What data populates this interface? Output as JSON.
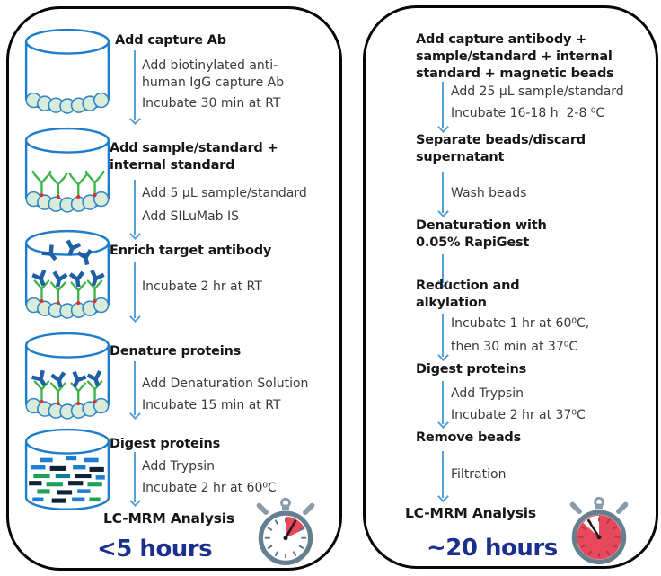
{
  "colors": {
    "panel_border": "#070707",
    "title_text": "#161616",
    "note_text": "#3a3a3a",
    "arrow_blue": "#55a0d8",
    "duration_navy": "#1b2f8f",
    "well_outline_blue": "#1f7ecb",
    "bead_fill": "#d9ecd9",
    "capture_antibody_green": "#3cb44a",
    "target_antibody_blue": "#1f5fa8",
    "biotin_red": "#e03131",
    "stopwatch_rim_gray": "#64808f",
    "stopwatch_red": "#e8485c"
  },
  "icons": {
    "left_steps": [
      "well-beads-icon",
      "well-green-antibody-icon",
      "well-enriched-antibody-icon",
      "well-denatured-antibody-icon",
      "well-peptide-fragments-icon"
    ],
    "left_stopwatch": "stopwatch-quarter-red-icon",
    "right_stopwatch": "stopwatch-full-red-icon"
  },
  "left_panel": {
    "steps": [
      {
        "title": "Add capture Ab",
        "notes": [
          "Add biotinylated anti-\nhuman IgG capture Ab",
          "Incubate 30 min at RT"
        ]
      },
      {
        "title": "Add sample/standard +\ninternal standard",
        "notes": [
          "Add 5 μL sample/standard",
          "Add SILuMab IS"
        ]
      },
      {
        "title": "Enrich target antibody",
        "notes": [
          "Incubate 2 hr at RT"
        ]
      },
      {
        "title": "Denature proteins",
        "notes": [
          "Add Denaturation Solution",
          "Incubate 15 min at RT"
        ]
      },
      {
        "title": "Digest proteins",
        "notes": [
          "Add Trypsin",
          "Incubate 2 hr at 60⁰C"
        ]
      }
    ],
    "analysis": "LC-MRM Analysis",
    "duration": "<5 hours"
  },
  "right_panel": {
    "steps": [
      {
        "title": "Add capture antibody +\nsample/standard + internal\nstandard + magnetic beads",
        "notes": [
          "Add 25 μL sample/standard",
          "Incubate 16-18 h  2-8 ⁰C"
        ]
      },
      {
        "title": "Separate beads/discard\nsupernatant",
        "notes": [
          "Wash beads"
        ]
      },
      {
        "title": "Denaturation with\n0.05% RapiGest",
        "notes": []
      },
      {
        "title": "Reduction and\nalkylation",
        "notes": [
          "Incubate 1 hr at 60⁰C,",
          "then 30 min at 37⁰C"
        ]
      },
      {
        "title": "Digest proteins",
        "notes": [
          "Add Trypsin",
          "Incubate 2 hr at 37⁰C"
        ]
      },
      {
        "title": "Remove beads",
        "notes": [
          "Filtration"
        ]
      }
    ],
    "analysis": "LC-MRM Analysis",
    "duration": "~20 hours"
  }
}
